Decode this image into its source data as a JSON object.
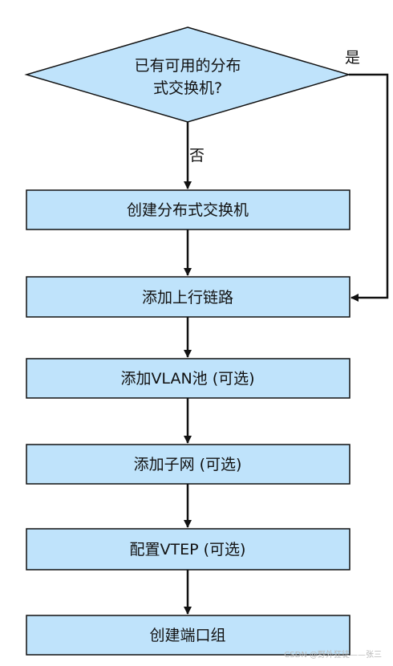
{
  "colors": {
    "node_fill": "#bfe3fb",
    "node_stroke": "#111111",
    "edge": "#111111"
  },
  "nodes": {
    "decision": {
      "line1": "已有可用的分布",
      "line2": "式交换机?"
    },
    "create_switch": "创建分布式交换机",
    "add_uplink": "添加上行链路",
    "add_vlan_pool": "添加VLAN池 (可选)",
    "add_subnet": "添加子网 (可选)",
    "config_vtep": "配置VTEP (可选)",
    "create_portgroup": "创建端口组"
  },
  "edges": {
    "yes_label": "是",
    "no_label": "否"
  },
  "watermark": "CSDN @野外狂徒——张三"
}
